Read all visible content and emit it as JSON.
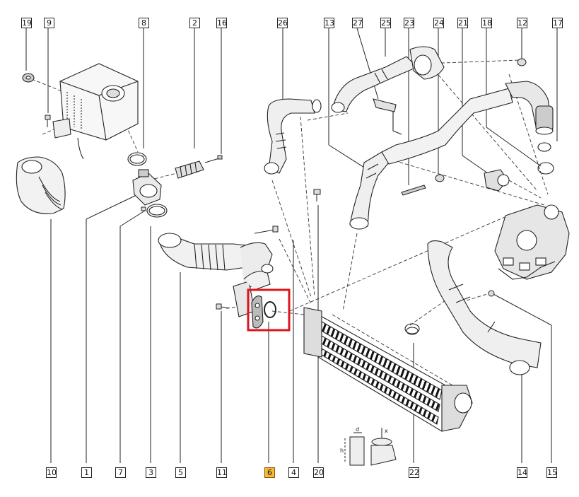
{
  "diagram": {
    "highlight_color": "#e0141e",
    "highlight_fill": "#f6b73c",
    "top_callouts": [
      "19",
      "9",
      "8",
      "2",
      "16",
      "26",
      "13",
      "27",
      "25",
      "23",
      "24",
      "21",
      "18",
      "12",
      "17"
    ],
    "bottom_callouts": [
      "10",
      "1",
      "7",
      "3",
      "5",
      "11",
      "6",
      "4",
      "20",
      "22",
      "14",
      "15"
    ],
    "selected_callout": "6",
    "dimension_marks": {
      "d": "d",
      "h": "h",
      "x": "x"
    }
  }
}
